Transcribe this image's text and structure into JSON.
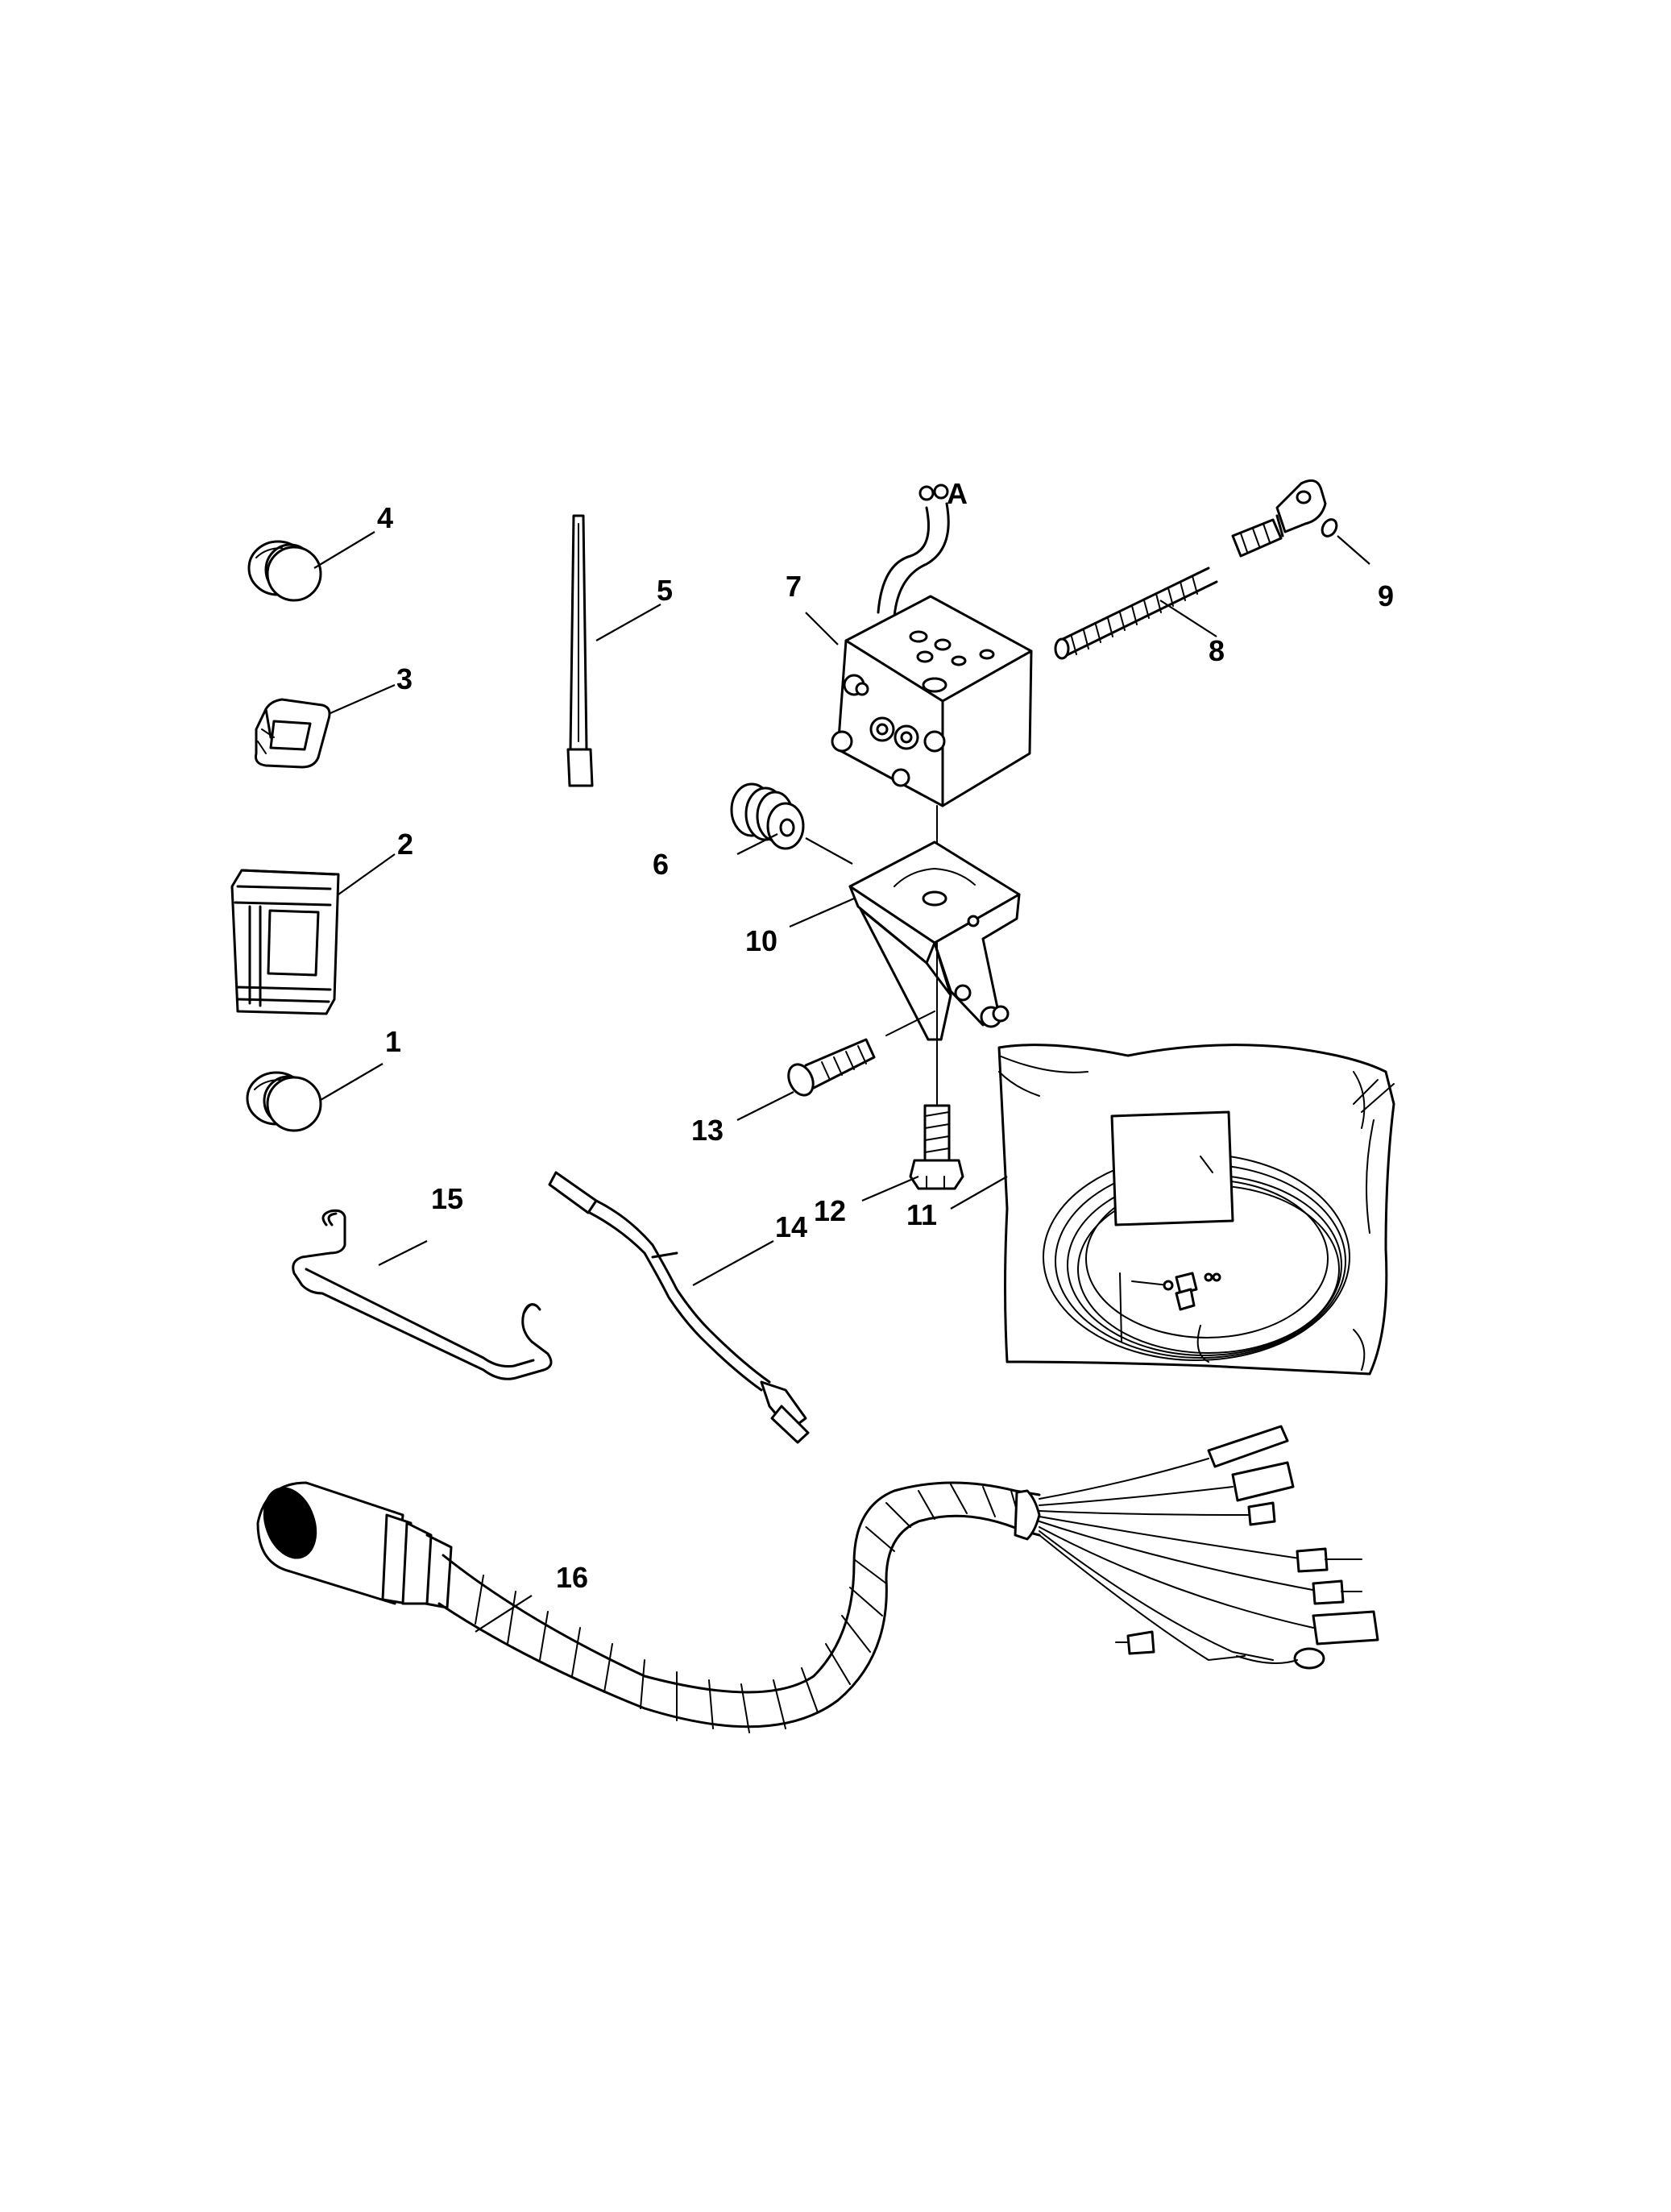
{
  "diagram": {
    "callouts": [
      {
        "id": "1",
        "label": "1"
      },
      {
        "id": "2",
        "label": "2"
      },
      {
        "id": "3",
        "label": "3"
      },
      {
        "id": "4",
        "label": "4"
      },
      {
        "id": "5",
        "label": "5"
      },
      {
        "id": "6",
        "label": "6"
      },
      {
        "id": "7",
        "label": "7"
      },
      {
        "id": "8",
        "label": "8"
      },
      {
        "id": "9",
        "label": "9"
      },
      {
        "id": "10",
        "label": "10"
      },
      {
        "id": "11",
        "label": "11"
      },
      {
        "id": "12",
        "label": "12"
      },
      {
        "id": "13",
        "label": "13"
      },
      {
        "id": "14",
        "label": "14"
      },
      {
        "id": "15",
        "label": "15"
      },
      {
        "id": "16",
        "label": "16"
      }
    ],
    "wire_tag": "A"
  }
}
